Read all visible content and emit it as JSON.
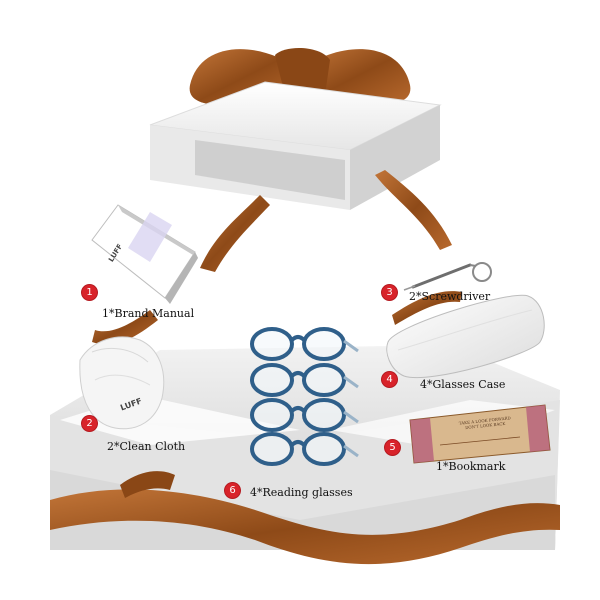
{
  "items": [
    {
      "number": "1",
      "label": "1*Brand Manual"
    },
    {
      "number": "2",
      "label": "2*Clean Cloth"
    },
    {
      "number": "3",
      "label": "2*Screwdriver"
    },
    {
      "number": "4",
      "label": "4*Glasses Case"
    },
    {
      "number": "5",
      "label": "1*Bookmark"
    },
    {
      "number": "6",
      "label": "4*Reading glasses"
    }
  ],
  "branding": {
    "manual_logo": "LUFF",
    "cloth_logo": "LUFF"
  },
  "bookmark_lines": [
    "TAKE A LOOK FORWARD",
    "DON'T LOOK BACK"
  ],
  "colors": {
    "ribbon": "#a65a22",
    "badge": "#d8232a",
    "frame_blue": "#2f5f8a"
  }
}
